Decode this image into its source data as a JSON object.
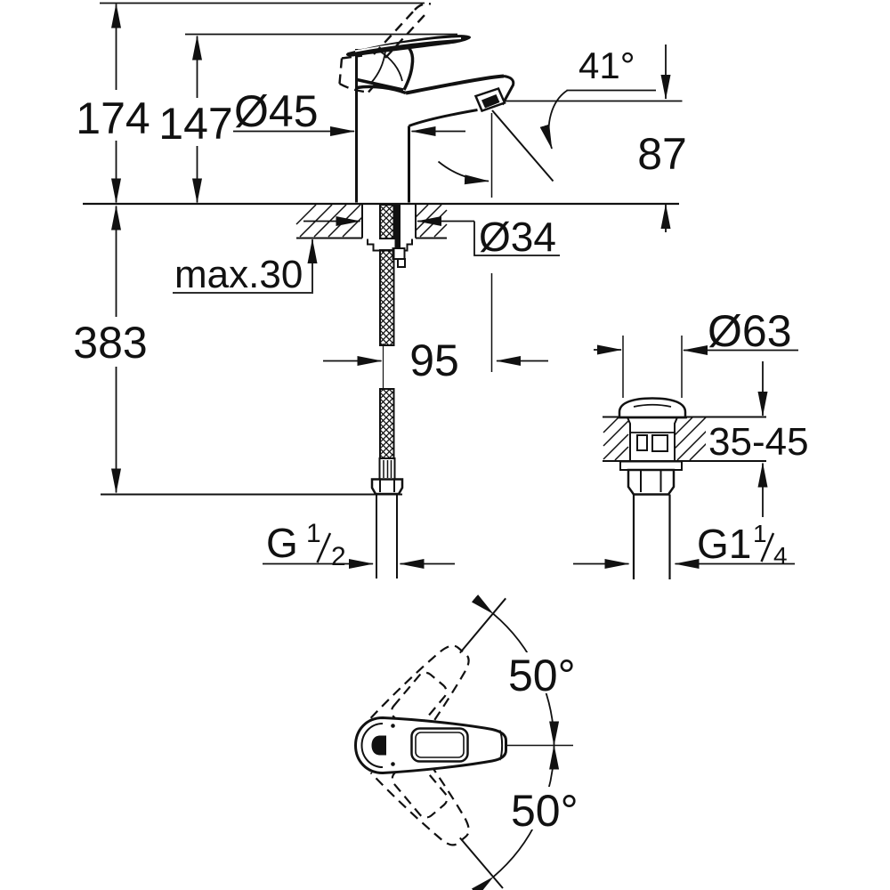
{
  "drawing": {
    "colors": {
      "ink": "#111111",
      "background": "#ffffff"
    },
    "labels": {
      "overall_height": "174",
      "handle_height": "147",
      "body_diameter": "Ø45",
      "spray_angle": "41°",
      "spout_height": "87",
      "max_deck_thickness": "max.30",
      "hole_diameter": "Ø34",
      "hose_drop": "383",
      "spout_reach": "95",
      "drain_flange_diameter": "Ø63",
      "drain_deck_range": "35-45",
      "supply_thread": {
        "g": "G",
        "num": "1",
        "den": "2"
      },
      "drain_thread": {
        "g": "G1",
        "num": "1",
        "den": "4"
      },
      "swivel_upper": "50°",
      "swivel_lower": "50°"
    }
  }
}
